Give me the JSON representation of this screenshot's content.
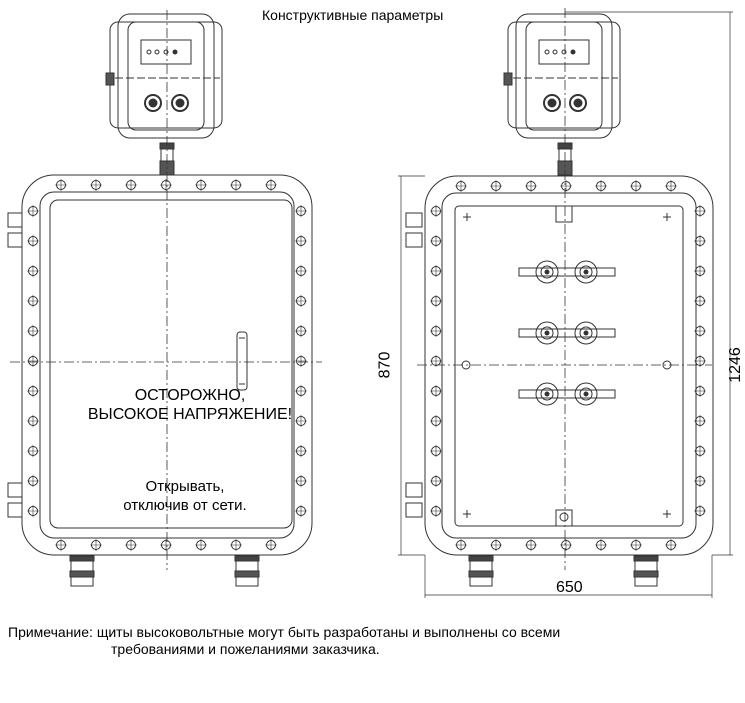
{
  "title": "Конструктивные параметры",
  "front_view": {
    "warning_line1": "ОСТОРОЖНО,",
    "warning_line2": "ВЫСОКОЕ НАПРЯЖЕНИЕ!",
    "instruction_line1": "Открывать,",
    "instruction_line2": "отключив от сети."
  },
  "dimensions": {
    "width": "650",
    "enclosure_height": "870",
    "total_height": "1246"
  },
  "note": {
    "line1": "Примечание: щиты высоковольтные могут быть разработаны и выполнены со всеми",
    "line2": "требованиями и пожеланиями заказчика."
  },
  "colors": {
    "line": "#333333",
    "background": "#ffffff"
  }
}
